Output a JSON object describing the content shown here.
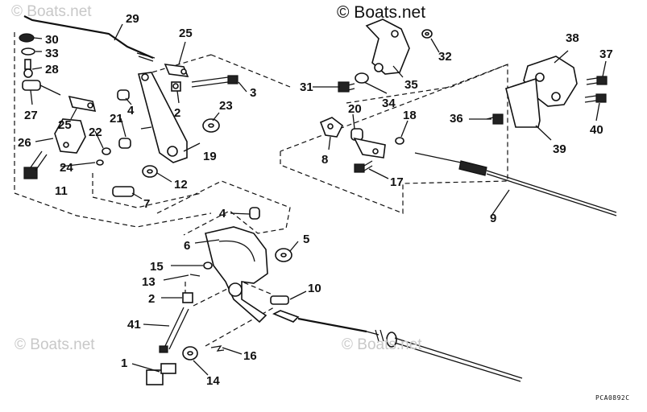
{
  "watermark": {
    "main": "© Boats.net",
    "faint_top_left": "© Boats.net",
    "faint_bottom_left": "© Boats.net",
    "faint_bottom_center": "© Boats.net"
  },
  "diagram_code": "PCA0892C",
  "callouts": [
    "1",
    "2",
    "2",
    "3",
    "4",
    "4",
    "5",
    "6",
    "7",
    "8",
    "9",
    "10",
    "11",
    "12",
    "13",
    "14",
    "15",
    "16",
    "17",
    "18",
    "19",
    "20",
    "21",
    "22",
    "23",
    "24",
    "25",
    "25",
    "26",
    "27",
    "28",
    "29",
    "30",
    "31",
    "32",
    "33",
    "34",
    "35",
    "36",
    "37",
    "38",
    "39",
    "40",
    "41"
  ],
  "colors": {
    "ink": "#111111",
    "watermark_faint": "#c8c8c8",
    "background": "#ffffff"
  }
}
